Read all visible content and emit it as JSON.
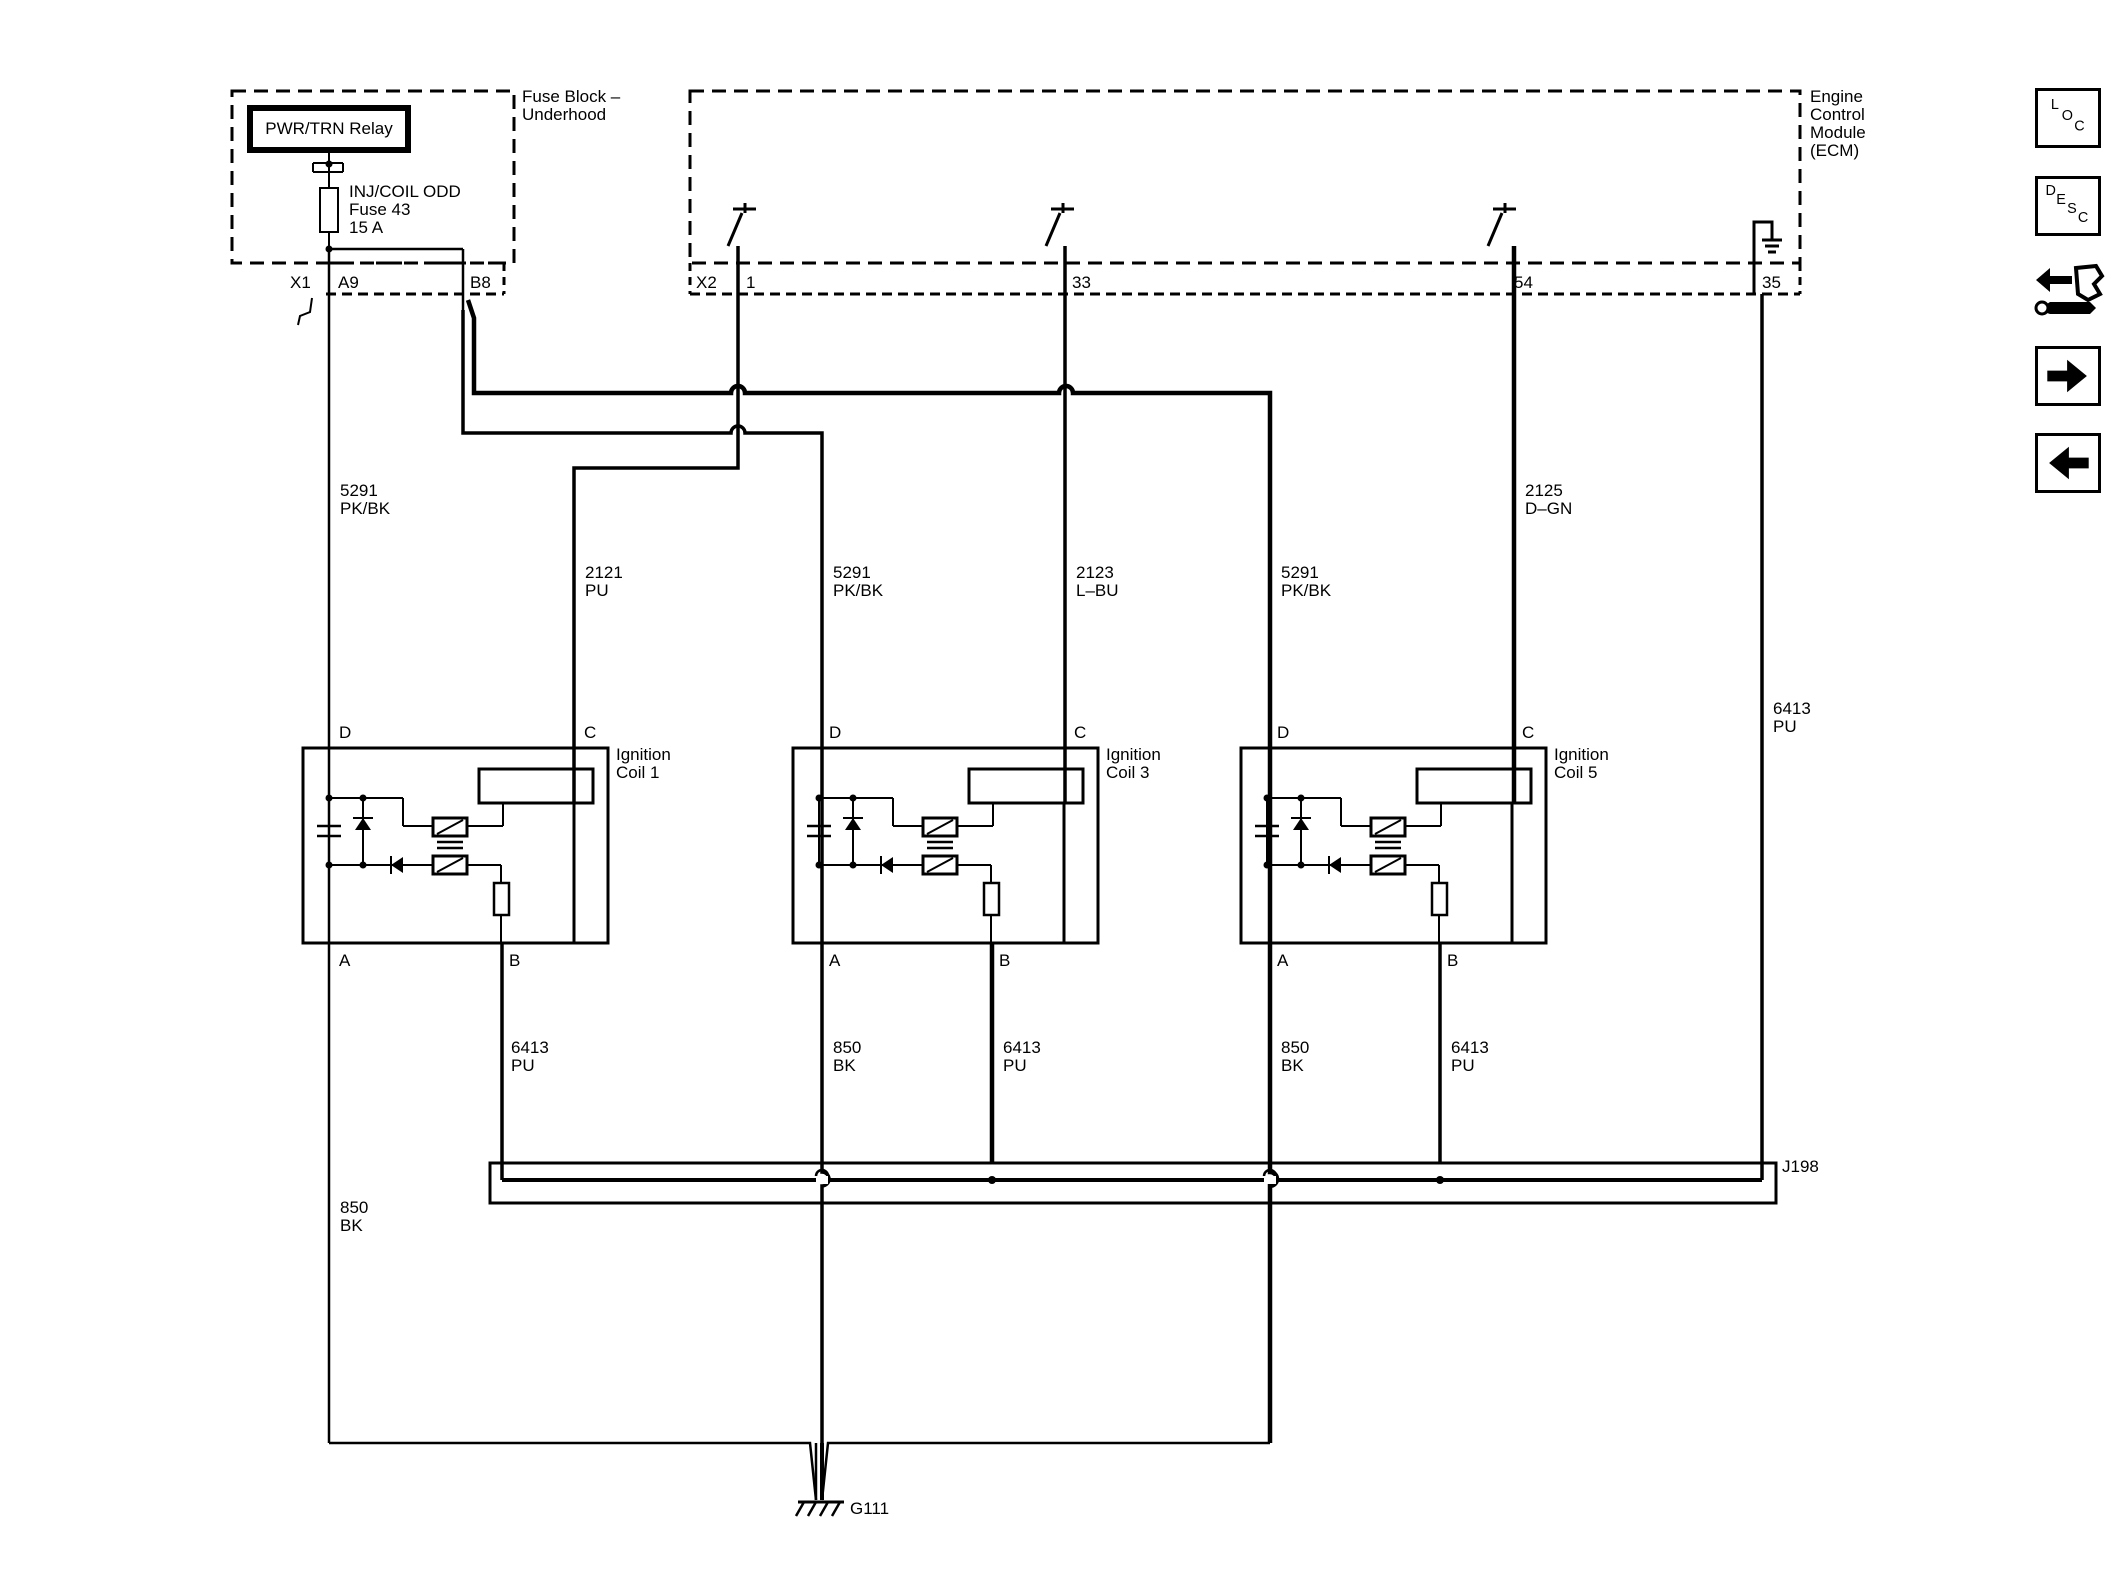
{
  "fuse_block": {
    "title_line1": "Fuse Block –",
    "title_line2": "Underhood",
    "relay": "PWR/TRN Relay",
    "fuse_line1": "INJ/COIL ODD",
    "fuse_line2": "Fuse 43",
    "fuse_line3": "15 A",
    "connector": "X1",
    "pin_a9": "A9",
    "pin_b8": "B8"
  },
  "ecm": {
    "title_line1": "Engine",
    "title_line2": "Control",
    "title_line3": "Module",
    "title_line4": "(ECM)",
    "connector": "X2",
    "pins": [
      "1",
      "33",
      "54",
      "35"
    ]
  },
  "wires": {
    "w5291_a": "5291",
    "w5291_a_color": "PK/BK",
    "w2121": "2121",
    "w2121_color": "PU",
    "w5291_b": "5291",
    "w5291_b_color": "PK/BK",
    "w2123": "2123",
    "w2123_color": "L–BU",
    "w5291_c": "5291",
    "w5291_c_color": "PK/BK",
    "w2125": "2125",
    "w2125_color": "D–GN",
    "w6413_ecm": "6413",
    "w6413_ecm_color": "PU",
    "w6413_a": "6413",
    "w6413_a_color": "PU",
    "w850_b": "850",
    "w850_b_color": "BK",
    "w6413_b": "6413",
    "w6413_b_color": "PU",
    "w850_c": "850",
    "w850_c_color": "BK",
    "w6413_c": "6413",
    "w6413_c_color": "PU",
    "w850_a": "850",
    "w850_a_color": "BK"
  },
  "coils": [
    {
      "name_line1": "Ignition",
      "name_line2": "Coil 1",
      "pin_d": "D",
      "pin_c": "C",
      "pin_a": "A",
      "pin_b": "B"
    },
    {
      "name_line1": "Ignition",
      "name_line2": "Coil 3",
      "pin_d": "D",
      "pin_c": "C",
      "pin_a": "A",
      "pin_b": "B"
    },
    {
      "name_line1": "Ignition",
      "name_line2": "Coil 5",
      "pin_d": "D",
      "pin_c": "C",
      "pin_a": "A",
      "pin_b": "B"
    }
  ],
  "splice": "J198",
  "ground": "G111",
  "nav": {
    "loc": {
      "l1": "L",
      "l2": "O",
      "l3": "C"
    },
    "desc": {
      "l1": "D",
      "l2": "E",
      "l3": "S",
      "l4": "C"
    },
    "icons": [
      "loc-icon",
      "desc-icon",
      "connector-service-icon",
      "next-arrow-icon",
      "previous-arrow-icon"
    ]
  }
}
